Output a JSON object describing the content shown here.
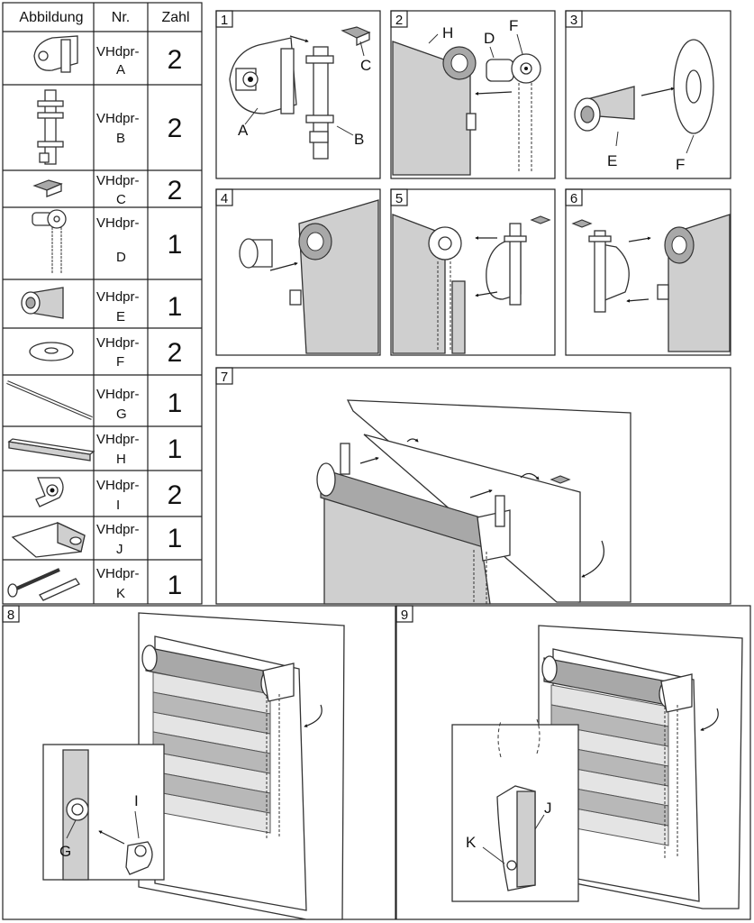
{
  "table": {
    "headers": [
      "Abbildung",
      "Nr.",
      "Zahl"
    ],
    "rows": [
      {
        "icon": "bracket-assembly-icon",
        "nr_line1": "VHdpr-",
        "nr_line2": "A",
        "zahl": "2"
      },
      {
        "icon": "mounting-plate-icon",
        "nr_line1": "VHdpr-",
        "nr_line2": "B",
        "zahl": "2"
      },
      {
        "icon": "small-clip-icon",
        "nr_line1": "VHdpr-",
        "nr_line2": "C",
        "zahl": "2"
      },
      {
        "icon": "chain-control-icon",
        "nr_line1": "VHdpr-",
        "nr_line2": "D",
        "zahl": "1"
      },
      {
        "icon": "end-plug-icon",
        "nr_line1": "VHdpr-",
        "nr_line2": "E",
        "zahl": "1"
      },
      {
        "icon": "washer-icon",
        "nr_line1": "VHdpr-",
        "nr_line2": "F",
        "zahl": "2"
      },
      {
        "icon": "rod-icon",
        "nr_line1": "VHdpr-",
        "nr_line2": "G",
        "zahl": "1"
      },
      {
        "icon": "bottom-rail-icon",
        "nr_line1": "VHdpr-",
        "nr_line2": "H",
        "zahl": "1"
      },
      {
        "icon": "safety-clip-icon",
        "nr_line1": "VHdpr-",
        "nr_line2": "I",
        "zahl": "2"
      },
      {
        "icon": "chain-guard-icon",
        "nr_line1": "VHdpr-",
        "nr_line2": "J",
        "zahl": "1"
      },
      {
        "icon": "screw-and-dowel-icon",
        "nr_line1": "VHdpr-",
        "nr_line2": "K",
        "zahl": "1"
      }
    ]
  },
  "steps": [
    {
      "number": "1",
      "labels": [
        "A",
        "B",
        "C"
      ]
    },
    {
      "number": "2",
      "labels": [
        "H",
        "D",
        "F"
      ]
    },
    {
      "number": "3",
      "labels": [
        "E",
        "F"
      ]
    },
    {
      "number": "4",
      "labels": []
    },
    {
      "number": "5",
      "labels": []
    },
    {
      "number": "6",
      "labels": []
    },
    {
      "number": "7",
      "labels": []
    },
    {
      "number": "8",
      "labels": [
        "G",
        "I"
      ]
    },
    {
      "number": "9",
      "labels": [
        "K",
        "J"
      ]
    }
  ],
  "colors": {
    "line": "#222222",
    "fabric": "#cfcfcf",
    "dark": "#a8a8a8"
  }
}
